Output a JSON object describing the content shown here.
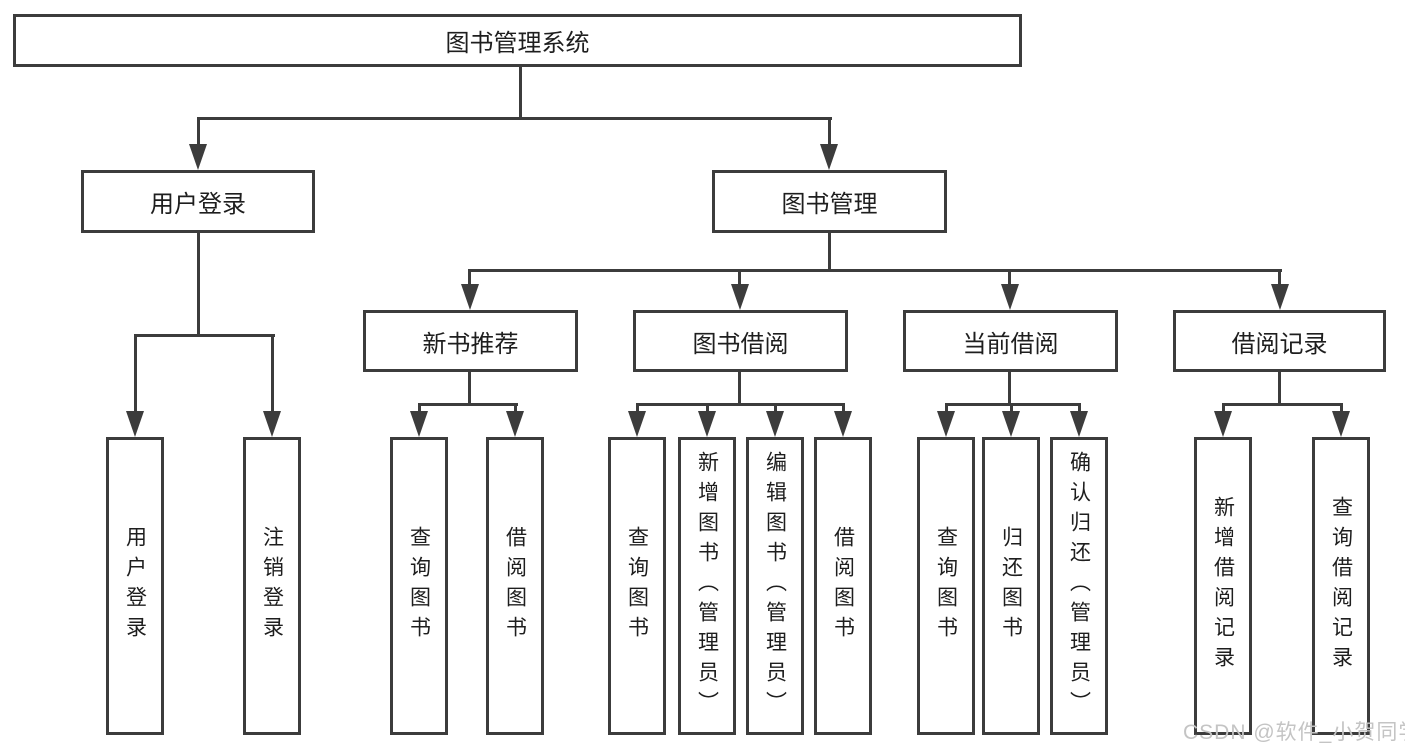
{
  "root": {
    "label": "图书管理系统"
  },
  "level2": [
    {
      "label": "用户登录",
      "children": [
        {
          "label": "用户登录"
        },
        {
          "label": "注销登录"
        }
      ]
    },
    {
      "label": "图书管理"
    }
  ],
  "modules": [
    {
      "label": "新书推荐",
      "children": [
        {
          "label": "查询图书"
        },
        {
          "label": "借阅图书"
        }
      ]
    },
    {
      "label": "图书借阅",
      "children": [
        {
          "label": "查询图书"
        },
        {
          "label": "新增图书（管理员）"
        },
        {
          "label": "编辑图书（管理员）"
        },
        {
          "label": "借阅图书"
        }
      ]
    },
    {
      "label": "当前借阅",
      "children": [
        {
          "label": "查询图书"
        },
        {
          "label": "归还图书"
        },
        {
          "label": "确认归还（管理员）"
        }
      ]
    },
    {
      "label": "借阅记录",
      "children": [
        {
          "label": "新增借阅记录"
        },
        {
          "label": "查询借阅记录"
        }
      ]
    }
  ],
  "watermark": {
    "text": "CSDN @软件_小贺同学"
  },
  "colors": {
    "line": "#3c3c3c",
    "text": "#1e1e1e",
    "background": "#ffffff",
    "watermark": "#c4c4c4"
  }
}
